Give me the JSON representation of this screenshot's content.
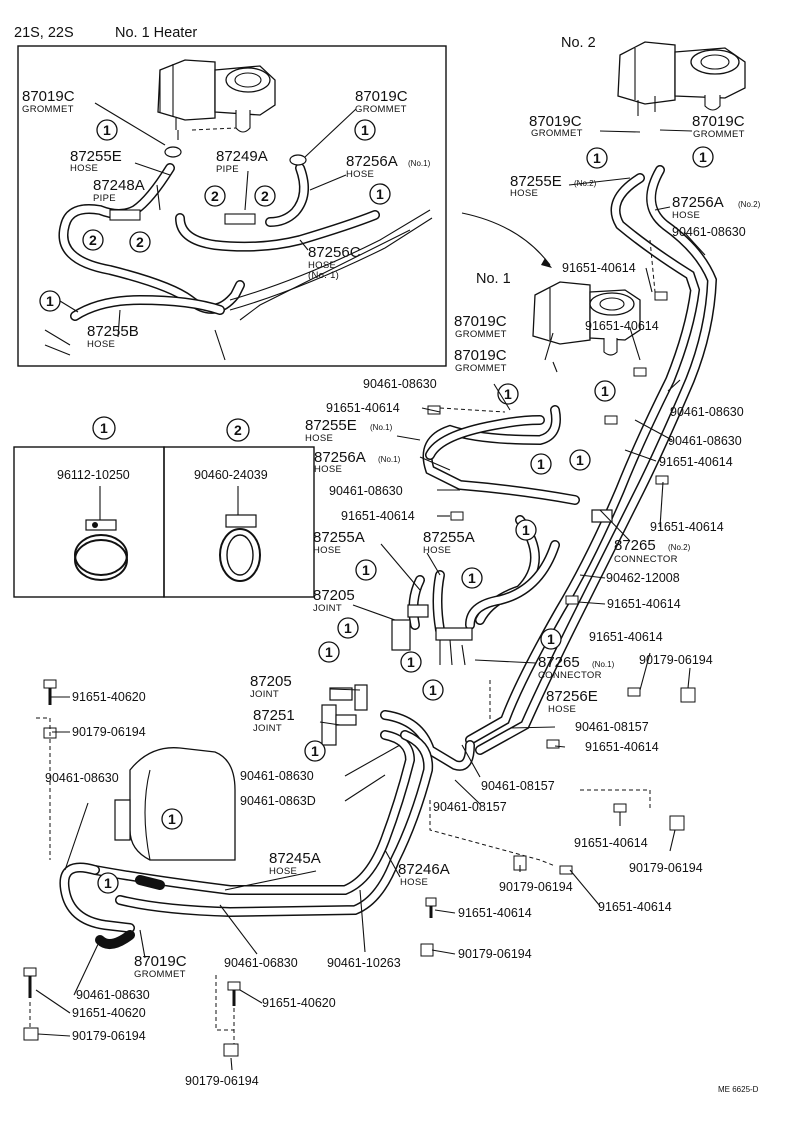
{
  "header": {
    "variant": "21S, 22S",
    "heater_no1_title": "No. 1 Heater",
    "heater_no2": "No. 2",
    "heater_no1": "No. 1"
  },
  "legend": {
    "clamp1_symbol": "1",
    "clamp1_part": "96112-10250",
    "clamp2_symbol": "2",
    "clamp2_part": "90460-24039"
  },
  "inset_labels": [
    {
      "num": "87019C",
      "sub": "GROMMET"
    },
    {
      "num": "87019C",
      "sub": "GROMMET"
    },
    {
      "num": "87255E",
      "sub": "HOSE"
    },
    {
      "num": "87249A",
      "sub": "PIPE"
    },
    {
      "num": "87256A",
      "note": "(No.1)",
      "sub": "HOSE"
    },
    {
      "num": "87248A",
      "sub": "PIPE"
    },
    {
      "num": "87256C",
      "sub": "HOSE",
      "sub2": "(No. 1)"
    },
    {
      "num": "87255B",
      "sub": "HOSE"
    }
  ],
  "main_labels": [
    {
      "num": "87019C",
      "sub": "GROMMET"
    },
    {
      "num": "87019C",
      "sub": "GROMMET"
    },
    {
      "num": "87255E",
      "note": "(No.2)",
      "sub": "HOSE"
    },
    {
      "num": "87256A",
      "note": "(No.2)",
      "sub": "HOSE"
    },
    {
      "num": "90461-08630"
    },
    {
      "num": "91651-40614"
    },
    {
      "num": "91651-40614"
    },
    {
      "num": "87019C",
      "sub": "GROMMET"
    },
    {
      "num": "87019C",
      "sub": "GROMMET"
    },
    {
      "num": "90461-08630"
    },
    {
      "num": "91651-40614"
    },
    {
      "num": "87255E",
      "note": "(No.1)",
      "sub": "HOSE"
    },
    {
      "num": "87256A",
      "note": "(No.1)",
      "sub": "HOSE"
    },
    {
      "num": "90461-08630"
    },
    {
      "num": "91651-40614"
    },
    {
      "num": "90461-08630"
    },
    {
      "num": "90461-08630"
    },
    {
      "num": "91651-40614"
    },
    {
      "num": "91651-40614"
    },
    {
      "num": "87255A",
      "sub": "HOSE"
    },
    {
      "num": "87255A",
      "sub": "HOSE"
    },
    {
      "num": "87265",
      "note": "(No.2)",
      "sub": "CONNECTOR"
    },
    {
      "num": "87205",
      "sub": "JOINT"
    },
    {
      "num": "90462-12008"
    },
    {
      "num": "91651-40614"
    },
    {
      "num": "91651-40614"
    },
    {
      "num": "87265",
      "note": "(No.1)",
      "sub": "CONNECTOR"
    },
    {
      "num": "90179-06194"
    },
    {
      "num": "87205",
      "sub": "JOINT"
    },
    {
      "num": "87251",
      "sub": "JOINT"
    },
    {
      "num": "91651-40620"
    },
    {
      "num": "90179-06194"
    },
    {
      "num": "87256E",
      "sub": "HOSE"
    },
    {
      "num": "90461-08157"
    },
    {
      "num": "91651-40614"
    },
    {
      "num": "90461-08630"
    },
    {
      "num": "90461-08630"
    },
    {
      "num": "90461-0863D"
    },
    {
      "num": "90461-08157"
    },
    {
      "num": "90461-08157"
    },
    {
      "num": "91651-40614"
    },
    {
      "num": "90179-06194"
    },
    {
      "num": "87245A",
      "sub": "HOSE"
    },
    {
      "num": "87246A",
      "sub": "HOSE"
    },
    {
      "num": "90179-06194"
    },
    {
      "num": "91651-40614"
    },
    {
      "num": "91651-40614"
    },
    {
      "num": "90179-06194"
    },
    {
      "num": "90461-06830"
    },
    {
      "num": "90461-10263"
    },
    {
      "num": "87019C",
      "sub": "GROMMET"
    },
    {
      "num": "90461-08630"
    },
    {
      "num": "91651-40620"
    },
    {
      "num": "91651-40620"
    },
    {
      "num": "90179-06194"
    },
    {
      "num": "90179-06194"
    }
  ],
  "figure_code": "ME 6625-D"
}
